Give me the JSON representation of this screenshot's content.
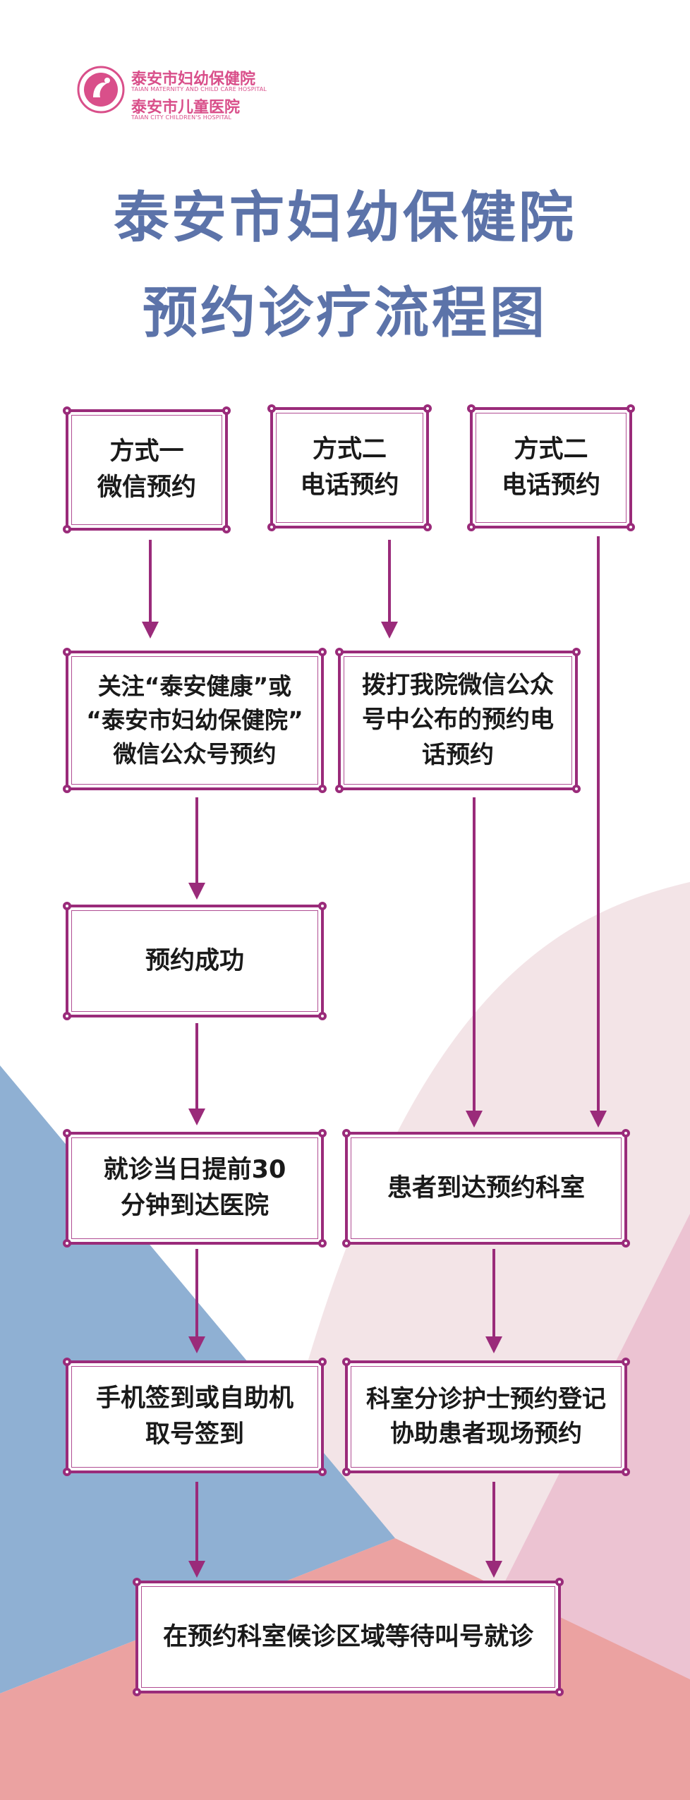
{
  "logo": {
    "name_line1": "泰安市妇幼保健院",
    "english_line1": "TAIAN MATERNITY AND CHILD CARE HOSPITAL",
    "name_line2": "泰安市儿童医院",
    "english_line2": "TAIAN CITY CHILDREN'S HOSPITAL"
  },
  "title": {
    "line1": "泰安市妇幼保健院",
    "line2": "预约诊疗流程图"
  },
  "flow": {
    "method1": {
      "line1": "方式一",
      "line2": "微信预约"
    },
    "method2": {
      "line1": "方式二",
      "line2": "电话预约"
    },
    "method3": {
      "line1": "方式二",
      "line2": "电话预约"
    },
    "wechat_step": {
      "line1": "关注“泰安健康”或",
      "line2": "“泰安市妇幼保健院”",
      "line3": "微信公众号预约"
    },
    "phone_step": {
      "line1": "拨打我院微信公众",
      "line2": "号中公布的预约电",
      "line3": "话预约"
    },
    "success": "预约成功",
    "arrive_early": {
      "line1": "就诊当日提前30",
      "line2": "分钟到达医院"
    },
    "arrive_dept": "患者到达预约科室",
    "checkin": {
      "line1": "手机签到或自助机",
      "line2": "取号签到"
    },
    "nurse": {
      "line1": "科室分诊护士预约登记",
      "line2": "协助患者现场预约"
    },
    "final": "在预约科室候诊区域等待叫号就诊"
  },
  "colors": {
    "title": "#5c73a9",
    "box_border": "#9a2b7a",
    "arrow": "#9a2b7a",
    "logo": "#d94f8a",
    "bg_blue": "#8fb0d3",
    "bg_pink_light": "#f3e4e7",
    "bg_pink_mid": "#ecc3d2",
    "bg_coral": "#eba2a1"
  }
}
